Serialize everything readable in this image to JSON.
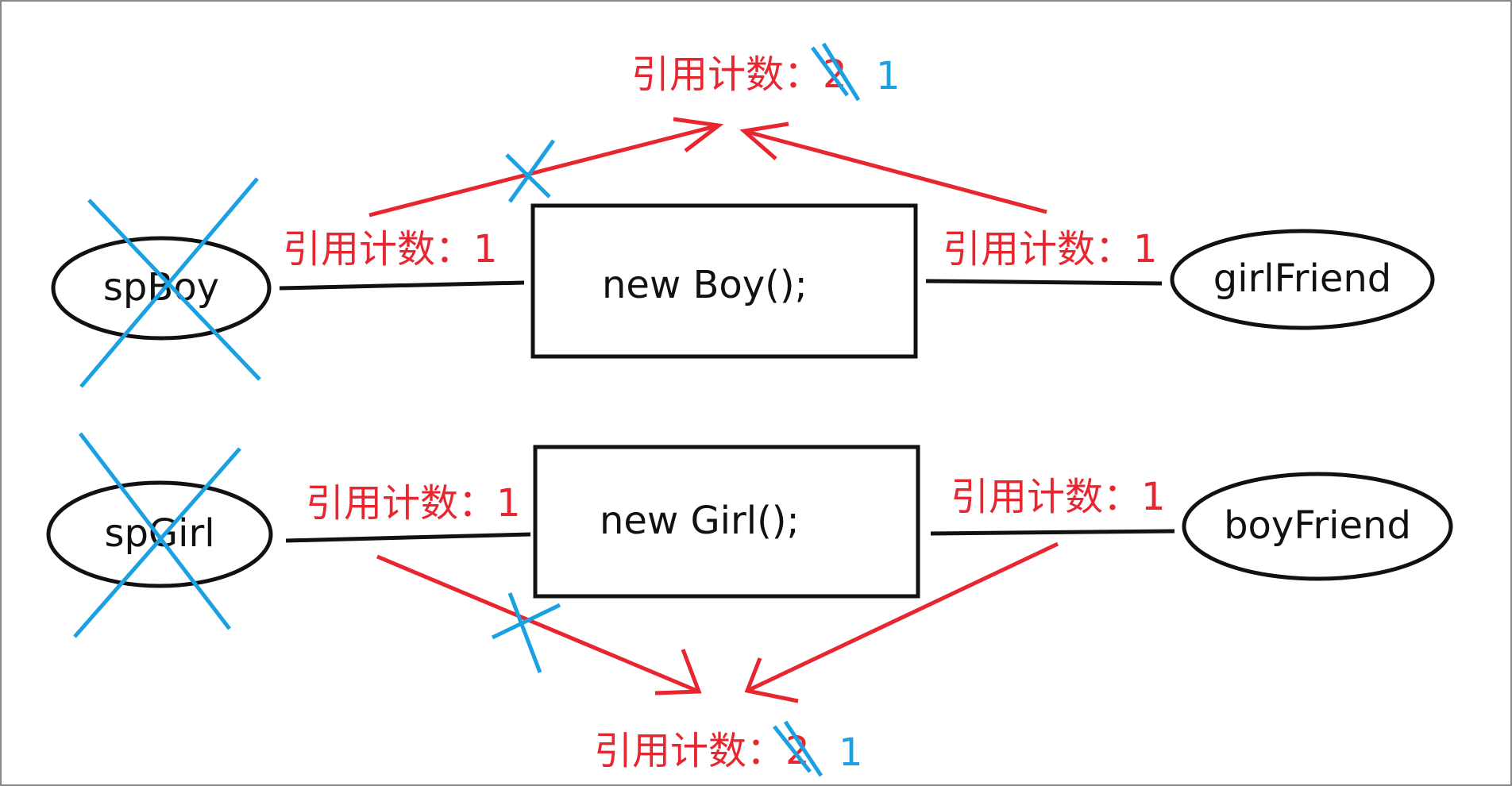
{
  "colors": {
    "reference": "#e8262f",
    "removed": "#1ba1e2",
    "structure": "#111111",
    "background": "#ffffff"
  },
  "objects": {
    "boy": {
      "label": "new Boy();"
    },
    "girl": {
      "label": "new Girl();"
    }
  },
  "pointers": {
    "spBoy": {
      "label": "spBoy",
      "crossed_out": true
    },
    "spGirl": {
      "label": "spGirl",
      "crossed_out": true
    },
    "girlFriend": {
      "label": "girlFriend"
    },
    "boyFriend": {
      "label": "boyFriend"
    }
  },
  "ref_counts": {
    "spBoy_link": "引用计数：1",
    "girlFriend_link": "引用计数：1",
    "spGirl_link": "引用计数：1",
    "boyFriend_link": "引用计数：1",
    "boy_total": {
      "prefix": "引用计数：",
      "old_value": "2",
      "new_value": "1"
    },
    "girl_total": {
      "prefix": "引用计数：",
      "old_value": "2",
      "new_value": "1"
    }
  }
}
